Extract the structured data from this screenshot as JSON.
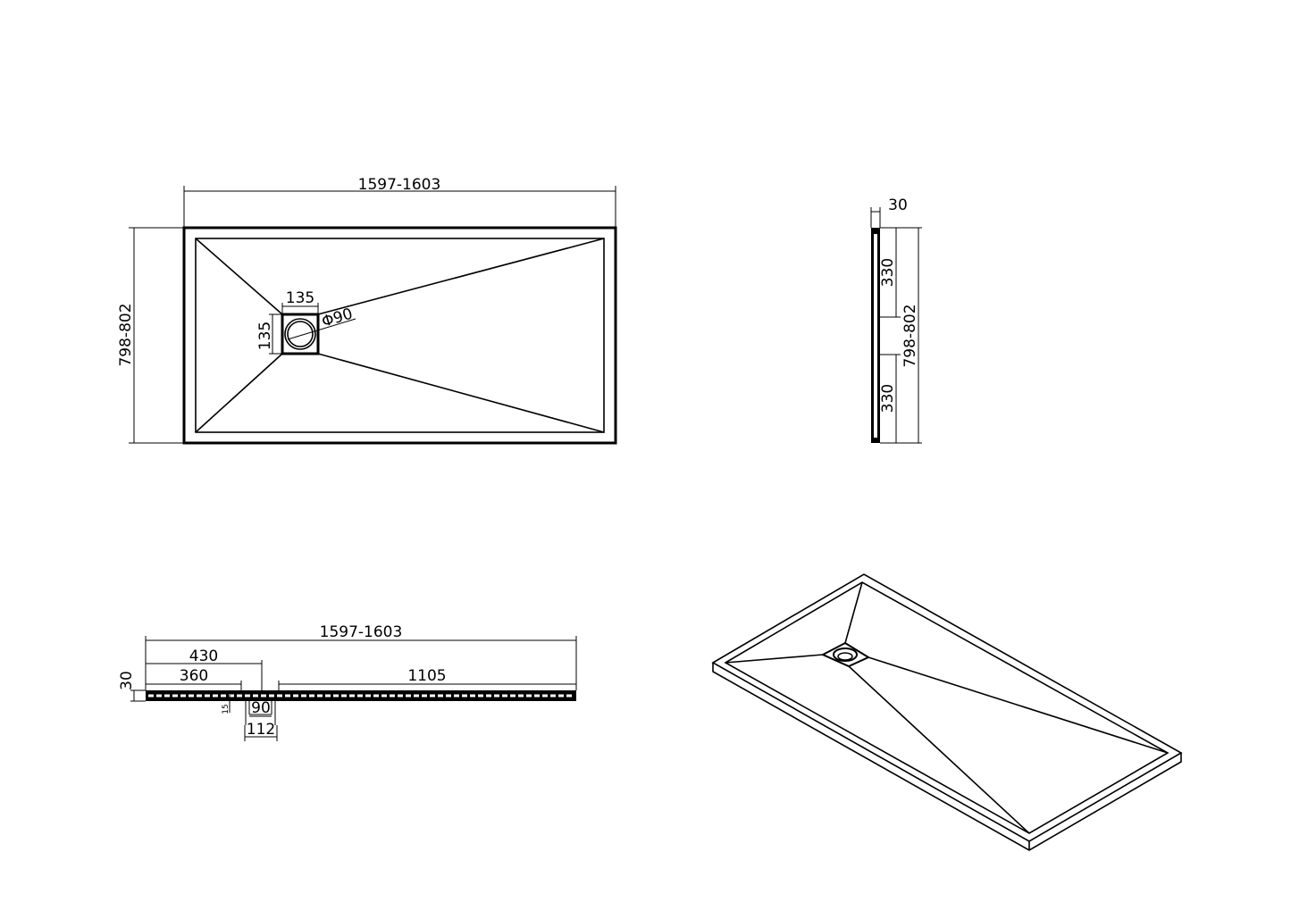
{
  "top_view": {
    "length_dim": "1597-1603",
    "width_dim": "798-802",
    "drain_width_dim": "135",
    "drain_height_dim": "135",
    "drain_diameter_dim": "Φ90"
  },
  "side_view": {
    "thickness_dim": "30",
    "upper_dim": "330",
    "lower_dim": "330",
    "width_dim": "798-802"
  },
  "front_view": {
    "length_dim": "1597-1603",
    "drain_offset_outer_dim": "430",
    "drain_offset_inner_dim": "360",
    "right_segment_dim": "1105",
    "thickness_dim": "30",
    "drain_depth_dim": "15",
    "drain_diameter_dim": "90",
    "drain_body_dim": "112"
  },
  "colors": {
    "line": "#000000",
    "background": "#ffffff"
  }
}
